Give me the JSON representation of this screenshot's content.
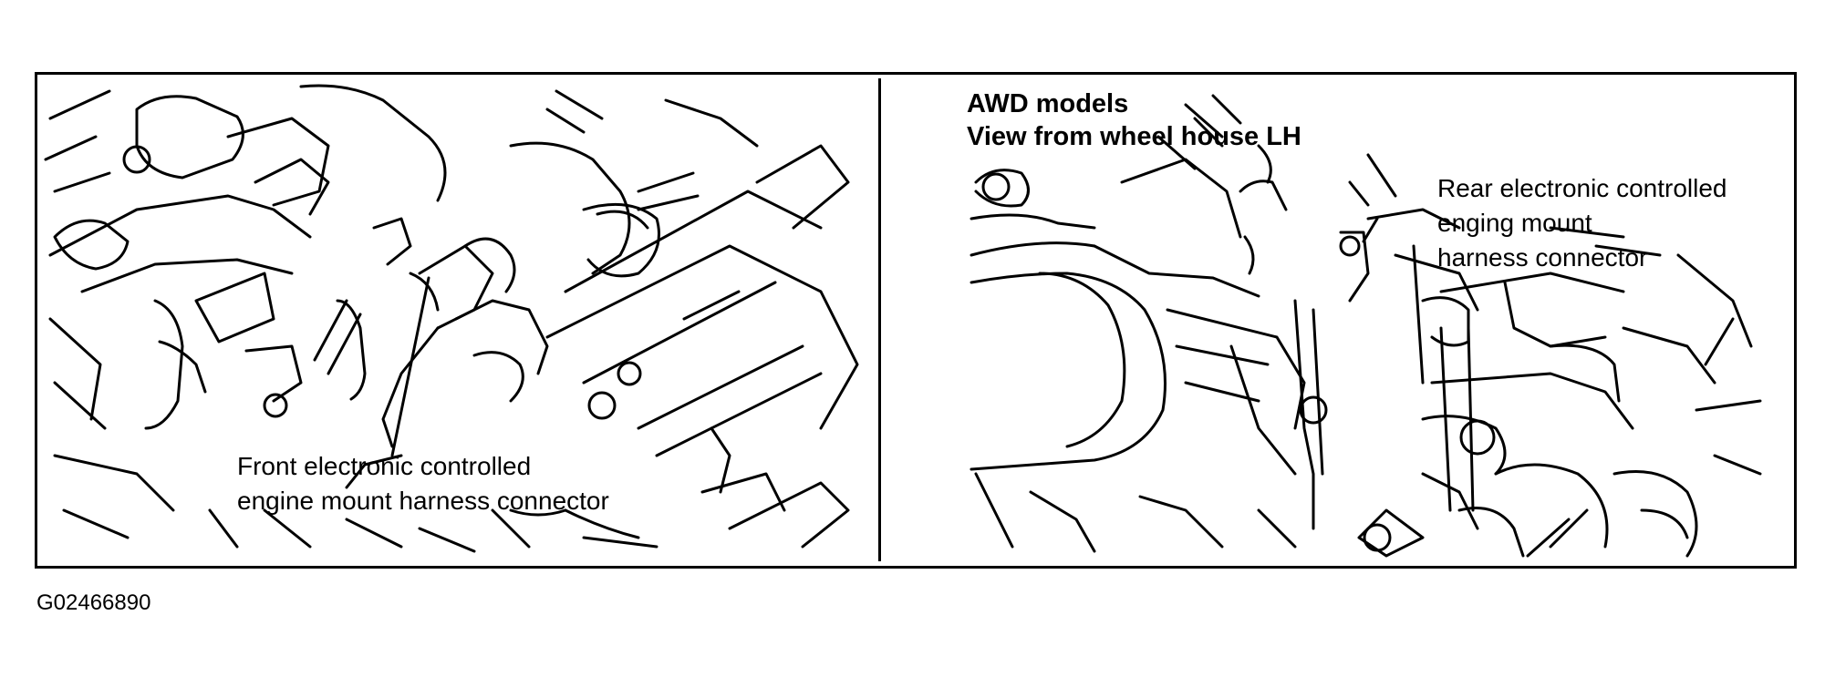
{
  "left_panel": {
    "callout_line1": "Front electronic controlled",
    "callout_line2": "engine mount harness connector"
  },
  "right_panel": {
    "heading_line1": "AWD models",
    "heading_line2": "View from wheel house LH",
    "callout_line1": "Rear electronic controlled",
    "callout_line2": "enging mount",
    "callout_line3": "harness connector"
  },
  "figure_code": "G02466890"
}
